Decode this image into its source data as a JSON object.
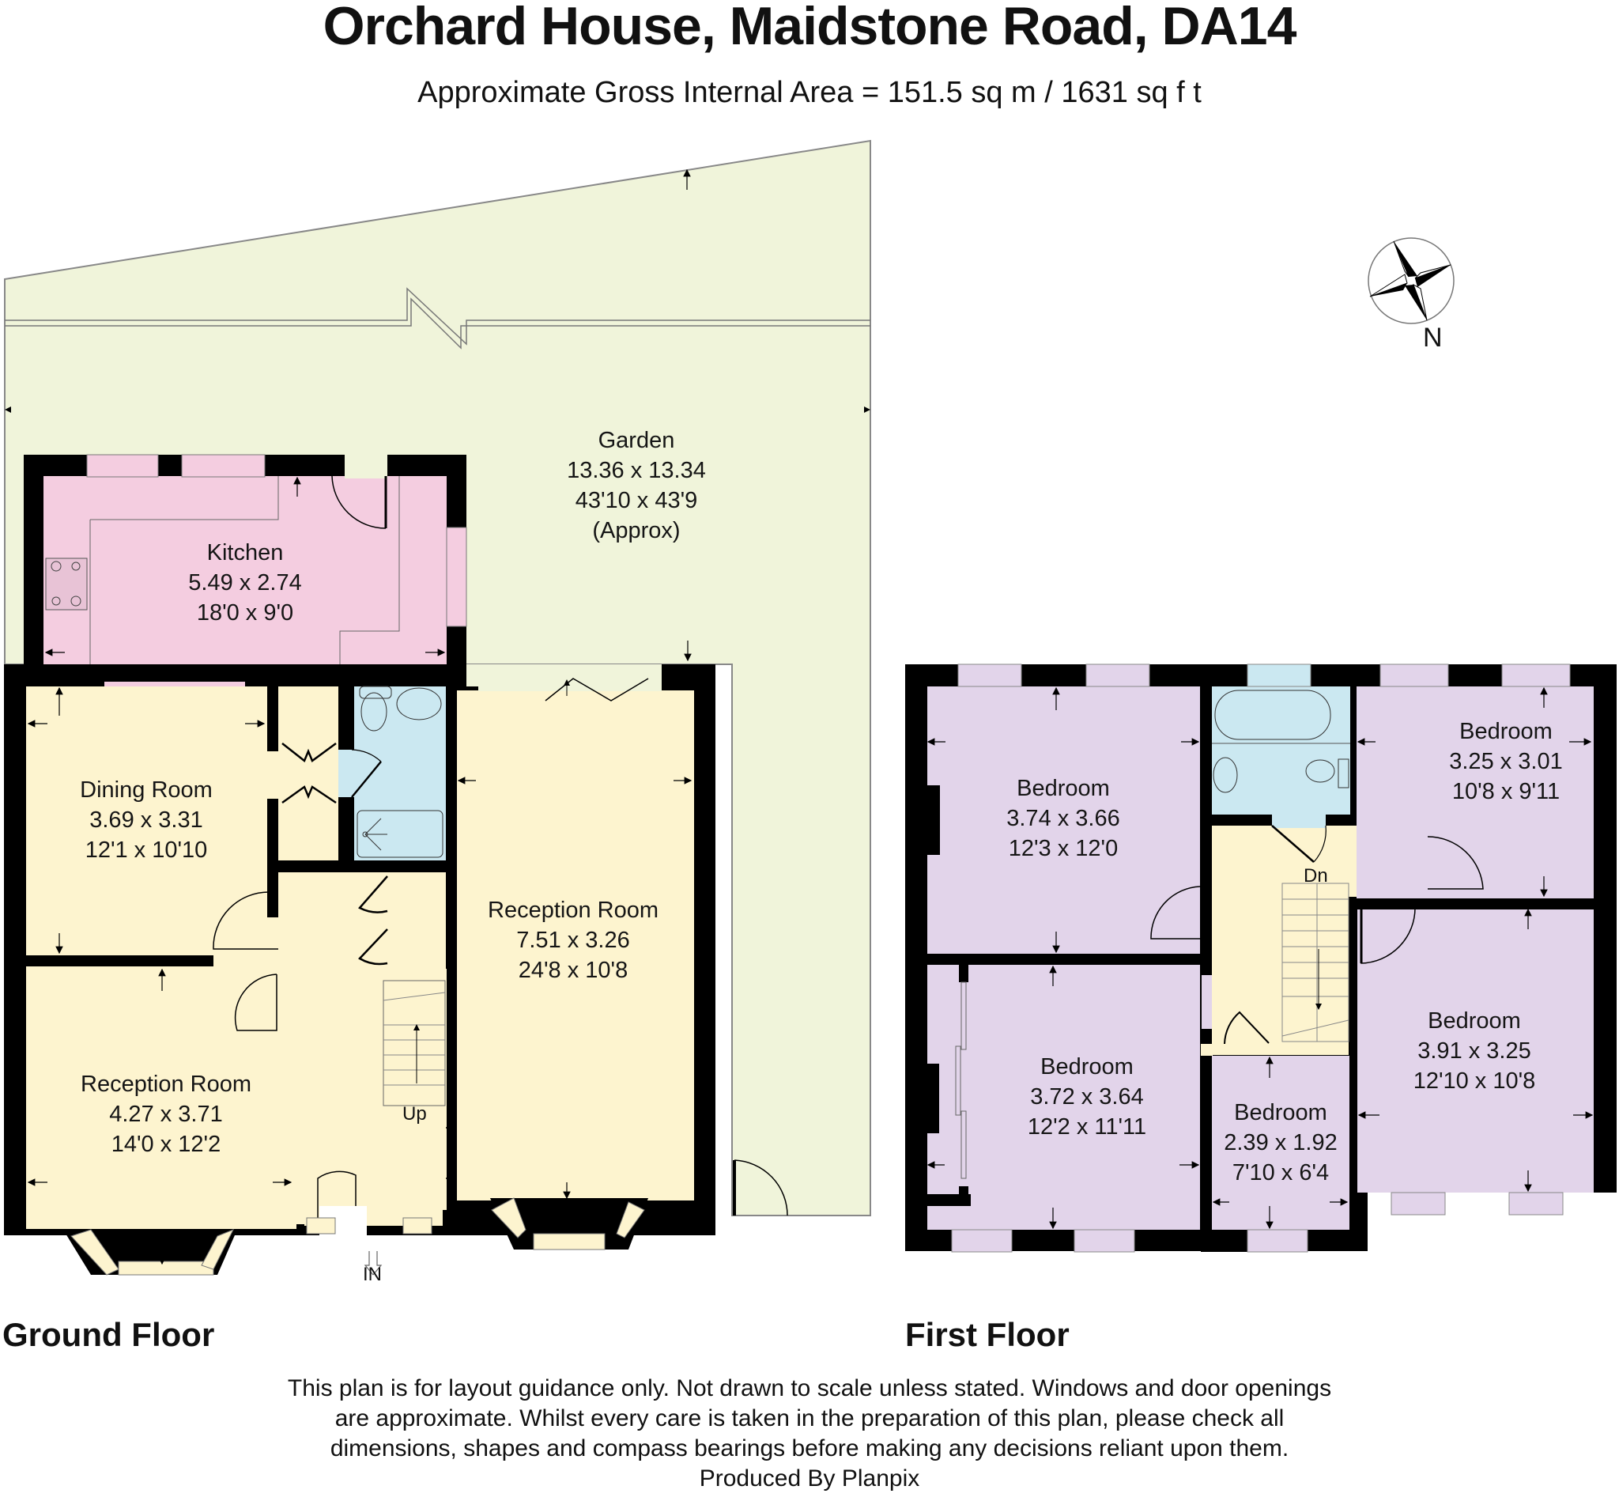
{
  "header": {
    "title": "Orchard House, Maidstone Road, DA14",
    "area": "Approximate Gross Internal Area =  151.5 sq m / 1631 sq f t"
  },
  "compass": {
    "icon": "north-compass-rose-icon",
    "label": "N"
  },
  "colors": {
    "garden": "#f0f4da",
    "kitchen": "#f4cde0",
    "living": "#fdf4cf",
    "bathroom": "#cbe8f1",
    "bedroom": "#e2d4ea",
    "wall": "#000000"
  },
  "ground_floor": {
    "label": "Ground Floor",
    "rooms": [
      {
        "name": "Garden",
        "metric": "13.36 x 13.34",
        "imperial": "43'10 x 43'9",
        "note": "(Approx)"
      },
      {
        "name": "Kitchen",
        "metric": "5.49 x 2.74",
        "imperial": "18'0 x 9'0"
      },
      {
        "name": "Dining Room",
        "metric": "3.69 x 3.31",
        "imperial": "12'1 x 10'10"
      },
      {
        "name": "Reception Room",
        "metric": "7.51 x 3.26",
        "imperial": "24'8 x 10'8"
      },
      {
        "name": "Reception Room",
        "metric": "4.27 x 3.71",
        "imperial": "14'0 x 12'2"
      }
    ],
    "stairs_label": "Up",
    "entrance_label": "IN"
  },
  "first_floor": {
    "label": "First Floor",
    "rooms": [
      {
        "name": "Bedroom",
        "metric": "3.74 x 3.66",
        "imperial": "12'3 x 12'0"
      },
      {
        "name": "Bedroom",
        "metric": "3.25 x 3.01",
        "imperial": "10'8 x 9'11"
      },
      {
        "name": "Bedroom",
        "metric": "3.91 x 3.25",
        "imperial": "12'10 x 10'8"
      },
      {
        "name": "Bedroom",
        "metric": "3.72 x 3.64",
        "imperial": "12'2 x 11'11"
      },
      {
        "name": "Bedroom",
        "metric": "2.39 x 1.92",
        "imperial": "7'10 x 6'4"
      }
    ],
    "stairs_label": "Dn"
  },
  "footer": {
    "lines": [
      "This plan is for layout guidance only. Not drawn to scale unless stated. Windows and door openings",
      "are approximate. Whilst every care is taken in the preparation of this plan, please check all",
      "dimensions, shapes and compass bearings before making any decisions reliant upon them.",
      "Produced By Planpix"
    ]
  }
}
